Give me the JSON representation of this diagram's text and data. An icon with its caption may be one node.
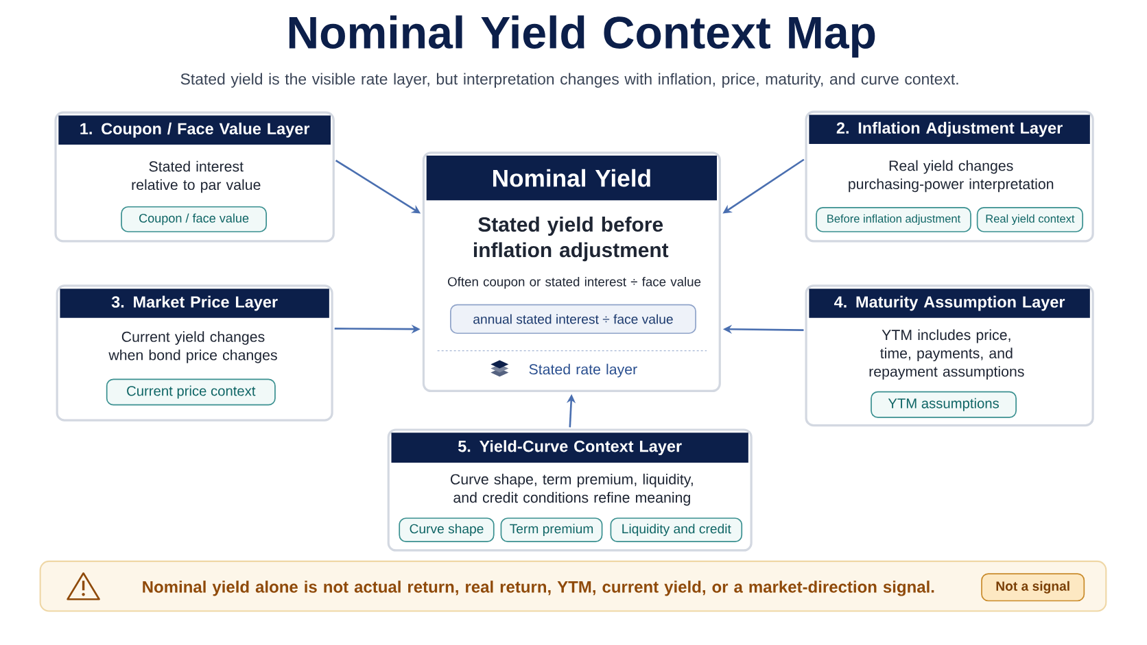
{
  "diagram": {
    "title": "Nominal Yield Context Map",
    "nodes": [
      {
        "text": [
          "1. Coupon / Face Value Layer",
          "Stated interest relative to par value"
        ]
      },
      {
        "text": [
          "Coupon / face value"
        ],
        "in": 0
      },
      {
        "text": [
          "2. Inflation Adjustment Layer",
          "Real yield changes purchasing-power interpretation"
        ]
      },
      {
        "text": [
          "Before inflation adjustment"
        ],
        "in": 2
      },
      {
        "text": [
          "Real yield context"
        ],
        "in": 2
      },
      {
        "text": [
          "Nominal Yield",
          "Stated yield before inflation adjustment",
          "Often coupon or stated interest ÷ face value",
          "Stated rate layer"
        ]
      },
      {
        "text": [
          "annual stated interest ÷ face value"
        ],
        "in": 5
      },
      {
        "text": [
          "3. Market Price Layer",
          "Current yield changes when bond price changes"
        ]
      },
      {
        "text": [
          "Current price context"
        ],
        "in": 7
      },
      {
        "text": [
          "4. Maturity Assumption Layer",
          "YTM includes price, time, payments, and repayment assumptions"
        ]
      },
      {
        "text": [
          "YTM assumptions"
        ],
        "in": 9
      },
      {
        "text": [
          "5. Yield-Curve Context Layer",
          "Curve shape, term premium, liquidity, and credit conditions refine meaning"
        ]
      },
      {
        "text": [
          "Curve shape"
        ],
        "in": 11
      },
      {
        "text": [
          "Term premium"
        ],
        "in": 11
      },
      {
        "text": [
          "Liquidity and credit"
        ],
        "in": 11
      },
      {
        "text": [
          "Nominal yield alone is not actual return, real return, YTM, current yield, or a market-direction signal."
        ]
      },
      {
        "text": [
          "Not a signal"
        ],
        "in": 15
      }
    ],
    "edges": [
      {
        "from": 0,
        "to": 5,
        "arrow": "to"
      },
      {
        "from": 2,
        "to": 5,
        "arrow": "to"
      },
      {
        "from": 7,
        "to": 5,
        "arrow": "to"
      },
      {
        "from": 9,
        "to": 5,
        "arrow": "to"
      },
      {
        "from": 11,
        "to": 5,
        "arrow": "to"
      }
    ],
    "labels": [
      "Stated yield is the visible rate layer, but interpretation changes with inflation, price, maturity, and curve context."
    ]
  }
}
